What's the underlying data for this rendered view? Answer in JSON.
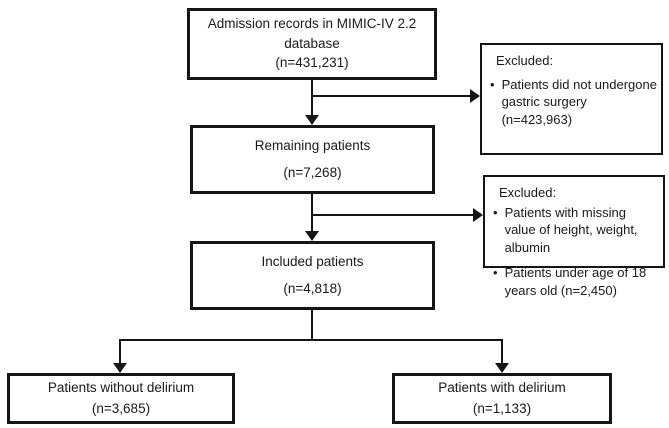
{
  "colors": {
    "background": "#ffffff",
    "line_and_border": "#151515",
    "text": "#1a1a1a"
  },
  "flowchart": {
    "admission_box": {
      "lines": [
        "Admission records in MIMIC-IV 2.2",
        "database",
        "(n=431,231)"
      ]
    },
    "excluded_box_1": {
      "title": "Excluded:",
      "bullet_glyph": "•",
      "bullets": [
        "Patients did not undergone gastric surgery (n=423,963)"
      ]
    },
    "remaining_box": {
      "lines": [
        "Remaining patients",
        "(n=7,268)"
      ]
    },
    "excluded_box_2": {
      "title": "Excluded:",
      "bullet_glyph": "•",
      "bullets": [
        "Patients with missing value of height, weight, albumin",
        "Patients under age of 18 years old (n=2,450)"
      ]
    },
    "included_box": {
      "lines": [
        "Included patients",
        "(n=4,818)"
      ]
    },
    "without_delirium_box": {
      "lines": [
        "Patients without delirium",
        "(n=3,685)"
      ]
    },
    "with_delirium_box": {
      "lines": [
        "Patients with delirium",
        "(n=1,133)"
      ]
    }
  }
}
